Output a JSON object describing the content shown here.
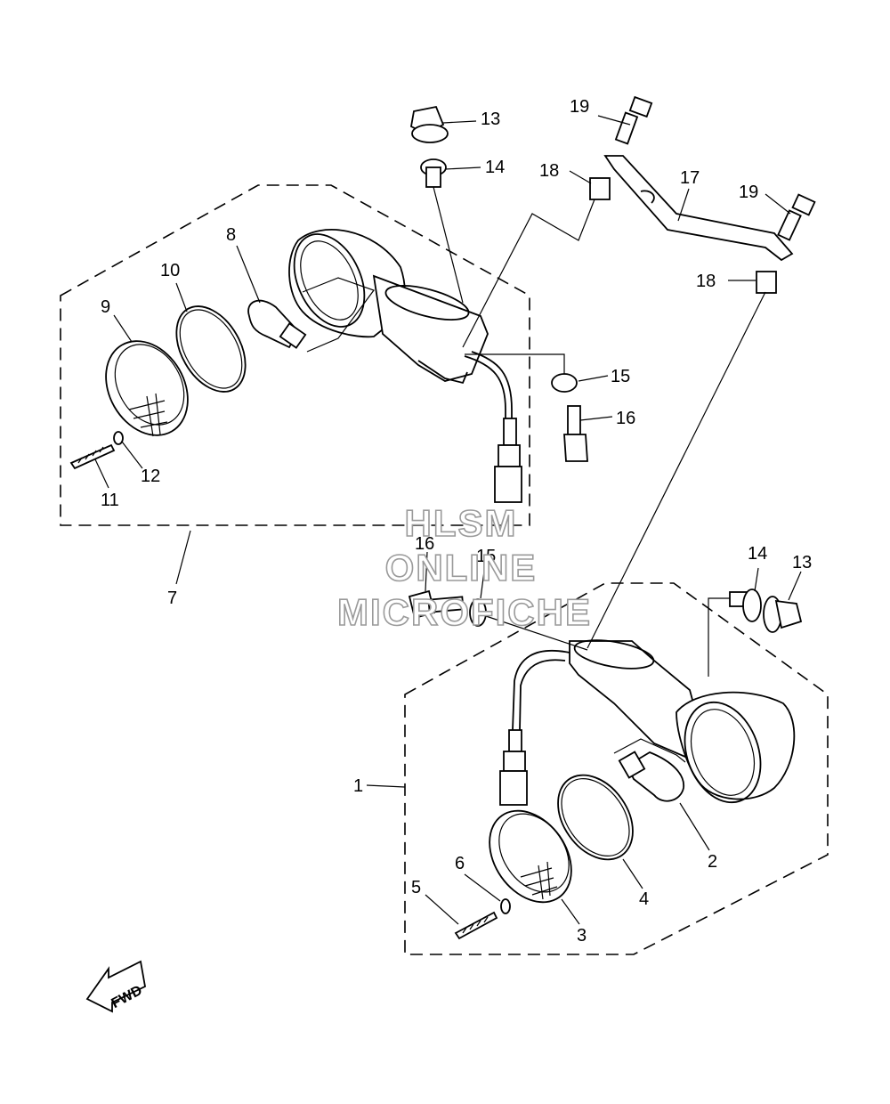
{
  "diagram": {
    "callouts": [
      {
        "label": "1"
      },
      {
        "label": "2"
      },
      {
        "label": "3"
      },
      {
        "label": "4"
      },
      {
        "label": "5"
      },
      {
        "label": "6"
      },
      {
        "label": "7"
      },
      {
        "label": "8"
      },
      {
        "label": "9"
      },
      {
        "label": "10"
      },
      {
        "label": "11"
      },
      {
        "label": "12"
      },
      {
        "label": "13"
      },
      {
        "label": "14"
      },
      {
        "label": "15"
      },
      {
        "label": "16"
      },
      {
        "label": "17"
      },
      {
        "label": "18"
      },
      {
        "label": "19"
      },
      {
        "label": "19"
      },
      {
        "label": "18"
      },
      {
        "label": "14"
      },
      {
        "label": "13"
      },
      {
        "label": "16"
      },
      {
        "label": "15"
      }
    ],
    "fwd_label": "FWD",
    "watermark": {
      "line1": "HLSM",
      "line2": "ONLINE",
      "line3": "MICROFICHE"
    }
  }
}
